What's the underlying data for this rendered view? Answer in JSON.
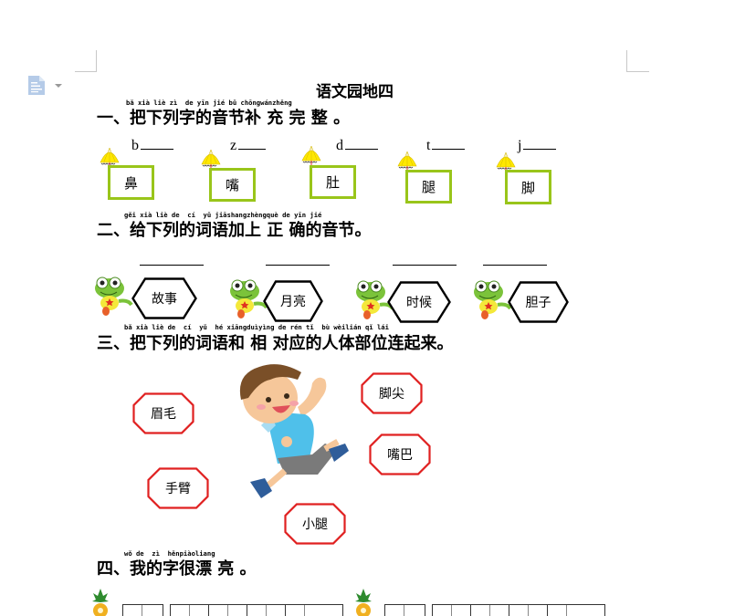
{
  "page": {
    "title": "语文园地四"
  },
  "toolbar": {
    "doc_icon": "document-icon",
    "dropdown_icon": "caret-down-icon"
  },
  "section1": {
    "pinyin": "bǎ xià liè zì  de yīn jié bǔ chōngwánzhěng",
    "heading": "一、把下列字的音节补 充 完 整 。",
    "items": [
      {
        "initial": "b",
        "char": "鼻"
      },
      {
        "initial": "z",
        "char": "嘴"
      },
      {
        "initial": "d",
        "char": "肚"
      },
      {
        "initial": "t",
        "char": "腿"
      },
      {
        "initial": "j",
        "char": "脚"
      }
    ]
  },
  "section2": {
    "pinyin": "gěi xià liè de  cí  yǔ jiāshangzhèngquè de yīn jié",
    "heading": "二、给下列的词语加上 正 确的音节。",
    "words": [
      "故事",
      "月亮",
      "时候",
      "胆子"
    ]
  },
  "section3": {
    "pinyin": "bǎ xià liè de  cí  yǔ  hé xiāngduìyìng de rén tǐ  bù wèilián qǐ lái",
    "heading": "三、把下列的词语和 相 对应的人体部位连起来。",
    "words": {
      "eyebrow": "眉毛",
      "arm": "手臂",
      "tiptoe": "脚尖",
      "mouth": "嘴巴",
      "calf": "小腿"
    }
  },
  "section4": {
    "pinyin": "wǒ de  zì  hěnpiàoliang",
    "heading": "四、我的字很漂 亮 。"
  },
  "colors": {
    "green_box": "#99c51a",
    "red_octagon": "#e02020",
    "margin_mark": "#c8c8c8"
  }
}
